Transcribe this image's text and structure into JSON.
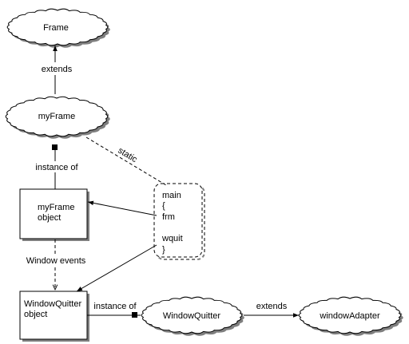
{
  "nodes": {
    "frame": {
      "label": "Frame"
    },
    "myframe": {
      "label": "myFrame"
    },
    "myframe_object": {
      "line1": "myFrame",
      "line2": "object"
    },
    "main_block": {
      "lines": [
        "main",
        "{",
        "frm",
        "",
        "wquit",
        "}"
      ]
    },
    "windowquitter_object": {
      "line1": "WindowQuitter",
      "line2": "object"
    },
    "windowquitter_class": {
      "label": "WindowQuitter"
    },
    "windowadapter": {
      "label": "windowAdapter"
    }
  },
  "edges": {
    "extends_1": "extends",
    "static": "static",
    "instance_of_1": "instance of",
    "window_events": "Window events",
    "instance_of_2": "instance of",
    "extends_2": "extends"
  },
  "colors": {
    "stroke": "#000000",
    "shadow": "#7f7f7f",
    "background": "#ffffff"
  }
}
